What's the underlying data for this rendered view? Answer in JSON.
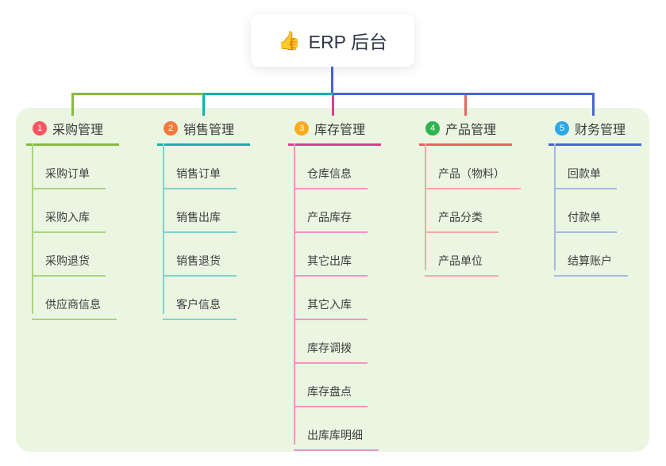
{
  "root": {
    "icon": "👍",
    "label": "ERP 后台"
  },
  "branches": [
    {
      "num": "1",
      "label": "采购管理",
      "color": "#85bb40",
      "light_color": "#a9d37e",
      "badge_color": "#f85662",
      "children": [
        "采购订单",
        "采购入库",
        "采购退货",
        "供应商信息"
      ]
    },
    {
      "num": "2",
      "label": "销售管理",
      "color": "#12b2aa",
      "light_color": "#7fd2cc",
      "badge_color": "#f5793b",
      "children": [
        "销售订单",
        "销售出库",
        "销售退货",
        "客户信息"
      ]
    },
    {
      "num": "3",
      "label": "库存管理",
      "color": "#e23b8d",
      "light_color": "#f095c3",
      "badge_color": "#fbab1d",
      "children": [
        "仓库信息",
        "产品库存",
        "其它出库",
        "其它入库",
        "库存调拨",
        "库存盘点",
        "出库库明细"
      ]
    },
    {
      "num": "4",
      "label": "产品管理",
      "color": "#f25f5f",
      "light_color": "#f8a8a5",
      "badge_color": "#2db54f",
      "children": [
        "产品（物料）",
        "产品分类",
        "产品单位"
      ]
    },
    {
      "num": "5",
      "label": "财务管理",
      "color": "#4a63d3",
      "light_color": "#a9b8de",
      "badge_color": "#2ba7e8",
      "children": [
        "回款单",
        "付款单",
        "结算账户"
      ]
    }
  ],
  "colors": {
    "panel_bg": "#eaf6e2",
    "root_line": "#4a63d3"
  }
}
